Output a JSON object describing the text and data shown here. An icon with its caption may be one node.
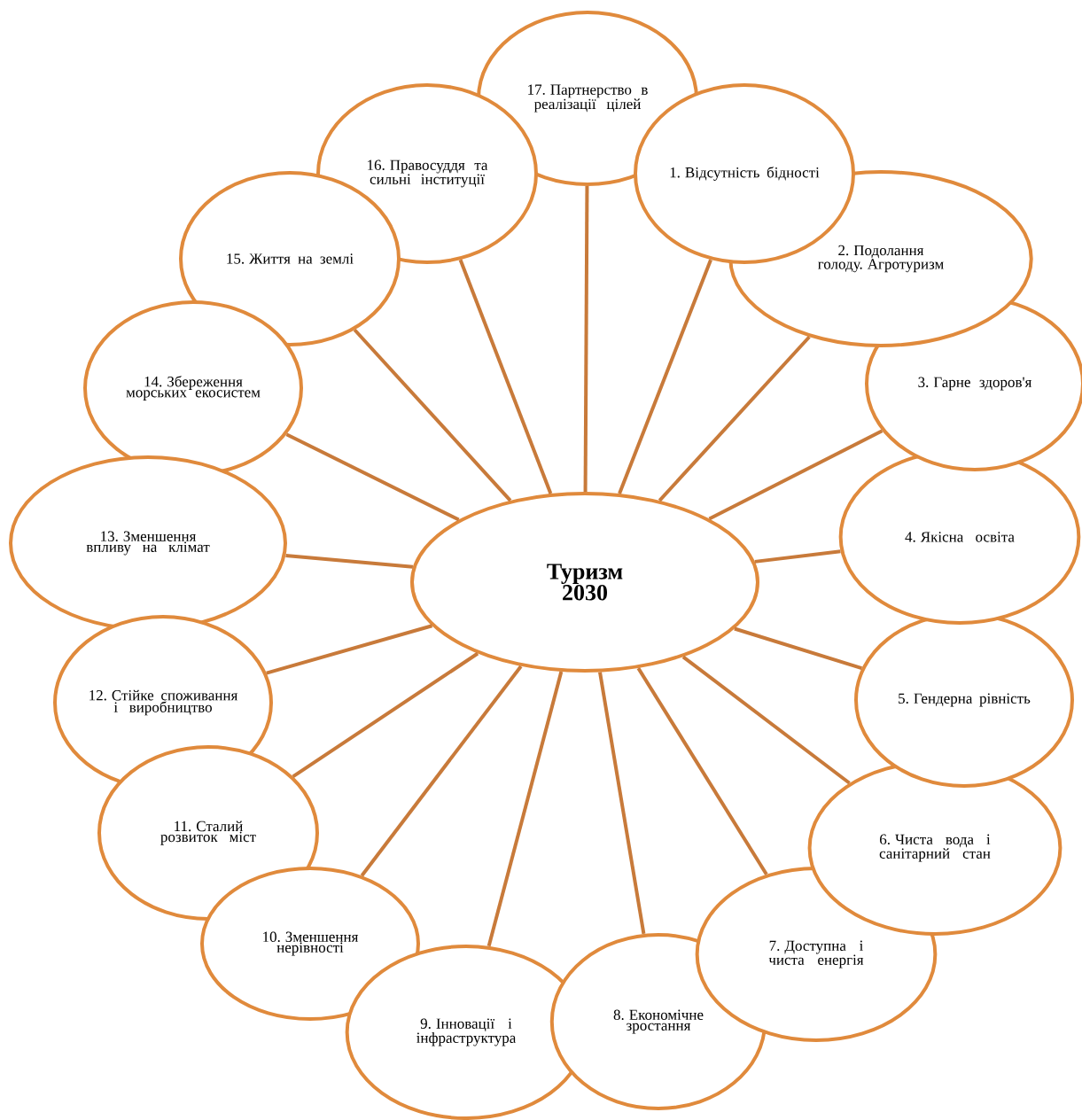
{
  "diagram": {
    "nodes": [
      {
        "text": [
          "Туризм 2030"
        ]
      },
      {
        "text": [
          "1. Відсутність бідності"
        ]
      },
      {
        "text": [
          "2. Подолання голоду. Агротуризм"
        ]
      },
      {
        "text": [
          "3. Гарне здоров'я"
        ]
      },
      {
        "text": [
          "4. Якісна освіта"
        ]
      },
      {
        "text": [
          "5. Гендерна рівність"
        ]
      },
      {
        "text": [
          "6. Чиста вода  і санітарний стан"
        ]
      },
      {
        "text": [
          "7. Доступна і чиста енергія"
        ]
      },
      {
        "text": [
          "8. Економічне зростання"
        ]
      },
      {
        "text": [
          "9. Інновації і інфраструктура"
        ]
      },
      {
        "text": [
          "10. Зменшення нерівності"
        ]
      },
      {
        "text": [
          "11. Сталий розвиток міст"
        ]
      },
      {
        "text": [
          "12. Стійке споживання і виробництво"
        ]
      },
      {
        "text": [
          "13. Зменшення впливу на клімат"
        ]
      },
      {
        "text": [
          "14. Збереження морських екосистем"
        ]
      },
      {
        "text": [
          "15. Життя на землі"
        ]
      },
      {
        "text": [
          "16. Правосуддя та сильні інституції"
        ]
      },
      {
        "text": [
          "17. Партнерство в реалізації цілей"
        ]
      }
    ],
    "edges": [
      {
        "from": 0,
        "to": 1,
        "arrow": "none"
      },
      {
        "from": 0,
        "to": 2,
        "arrow": "none"
      },
      {
        "from": 0,
        "to": 3,
        "arrow": "none"
      },
      {
        "from": 0,
        "to": 4,
        "arrow": "none"
      },
      {
        "from": 0,
        "to": 5,
        "arrow": "none"
      },
      {
        "from": 0,
        "to": 6,
        "arrow": "none"
      },
      {
        "from": 0,
        "to": 7,
        "arrow": "none"
      },
      {
        "from": 0,
        "to": 8,
        "arrow": "none"
      },
      {
        "from": 0,
        "to": 9,
        "arrow": "none"
      },
      {
        "from": 0,
        "to": 10,
        "arrow": "none"
      },
      {
        "from": 0,
        "to": 11,
        "arrow": "none"
      },
      {
        "from": 0,
        "to": 12,
        "arrow": "none"
      },
      {
        "from": 0,
        "to": 13,
        "arrow": "none"
      },
      {
        "from": 0,
        "to": 14,
        "arrow": "none"
      },
      {
        "from": 0,
        "to": 15,
        "arrow": "none"
      },
      {
        "from": 0,
        "to": 16,
        "arrow": "none"
      },
      {
        "from": 0,
        "to": 17,
        "arrow": "none"
      }
    ]
  }
}
